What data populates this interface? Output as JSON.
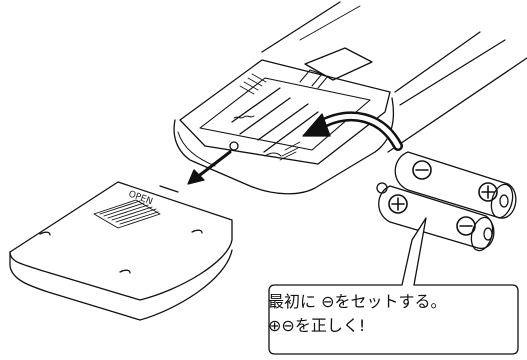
{
  "callout": {
    "line1": "最初に ⊖をセットする。",
    "line2": "⊕⊖を正しく!"
  },
  "cover_label": "OPEN"
}
